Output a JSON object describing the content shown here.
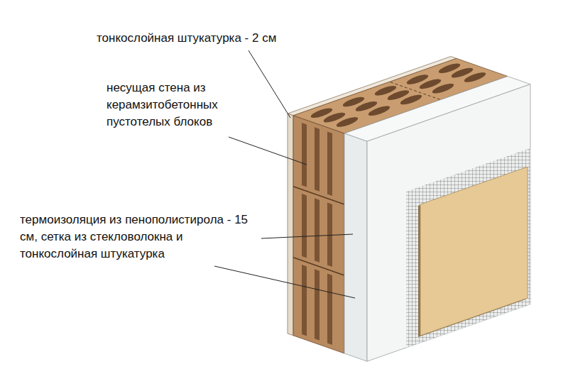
{
  "diagram": {
    "labels": [
      "тонкослойная штукатурка - 2 см",
      "несущая стена из керамзитобетонных пустотелых блоков",
      "термоизоляция из пенополистирола - 15 см, сетка из стекловолокна и тонкослойная штукатурка"
    ]
  }
}
